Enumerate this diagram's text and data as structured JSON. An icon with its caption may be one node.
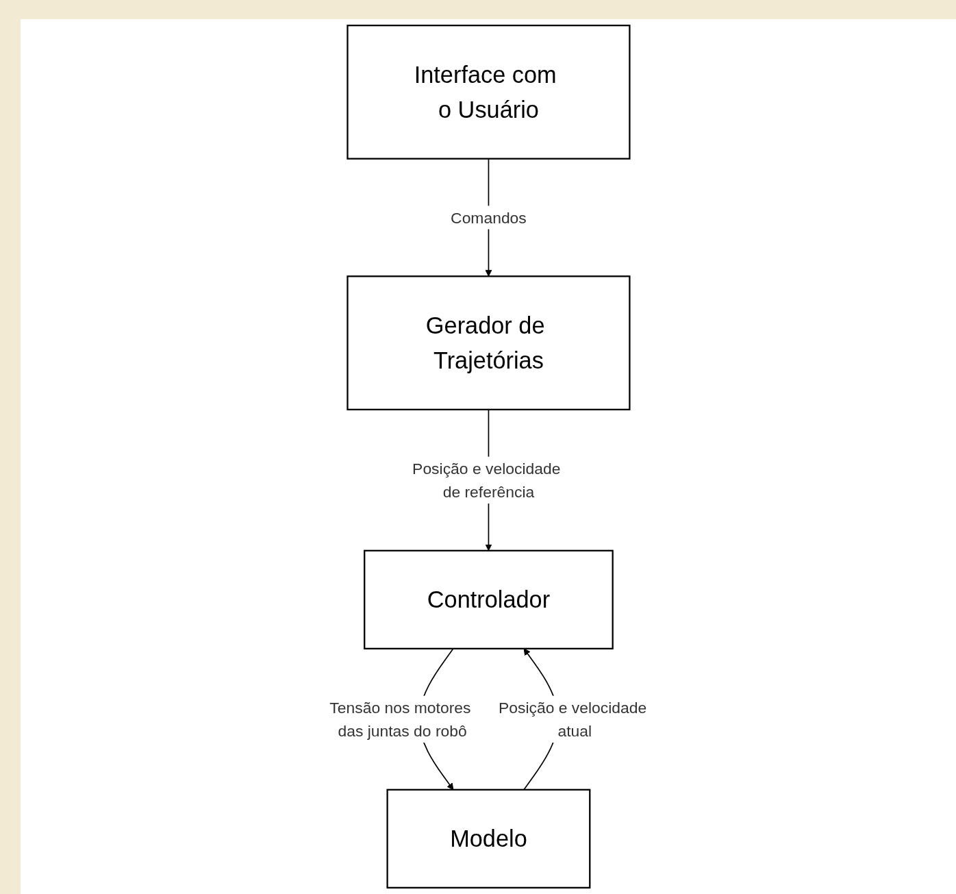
{
  "diagram": {
    "nodes": [
      {
        "text": [
          "Interface com o Usuário"
        ]
      },
      {
        "text": [
          "Gerador de Trajetórias"
        ]
      },
      {
        "text": [
          "Controlador"
        ]
      },
      {
        "text": [
          "Modelo"
        ]
      }
    ],
    "edges": [
      {
        "from": 0,
        "to": 1,
        "arrow": "to",
        "label": "Comandos"
      },
      {
        "from": 1,
        "to": 2,
        "arrow": "to",
        "label": "Posição e velocidade de referência"
      },
      {
        "from": 3,
        "to": 2,
        "arrow": "to",
        "label": "Posição e velocidade atual"
      },
      {
        "from": 2,
        "to": 3,
        "arrow": "to",
        "label": "Tensão nos motores das juntas do robô"
      }
    ]
  }
}
